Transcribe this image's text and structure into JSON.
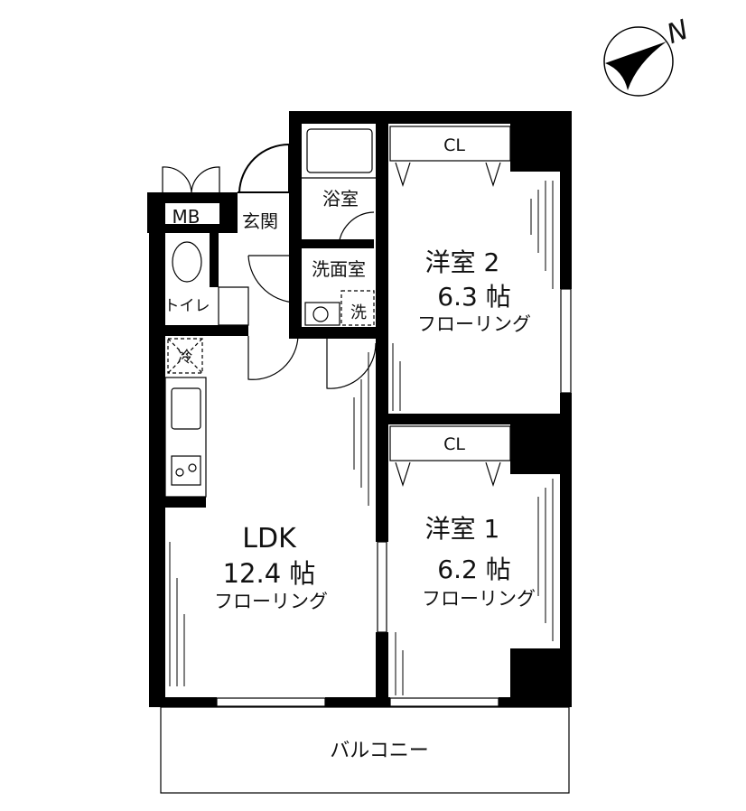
{
  "compass": {
    "north_label": "N",
    "icon": "north-arrow-icon"
  },
  "rooms": {
    "bath": {
      "name": "浴室"
    },
    "entrance": {
      "name": "玄関"
    },
    "meter_box": {
      "name": "MB"
    },
    "washroom": {
      "name": "洗面室"
    },
    "washer": {
      "name": "洗"
    },
    "toilet": {
      "name": "トイレ"
    },
    "fridge": {
      "name": "冷"
    },
    "western2": {
      "name": "洋室 2",
      "size": "6.3 帖",
      "floor": "フローリング",
      "closet": "CL"
    },
    "western1": {
      "name": "洋室 1",
      "size": "6.2 帖",
      "floor": "フローリング",
      "closet": "CL"
    },
    "ldk": {
      "name": "LDK",
      "size": "12.4 帖",
      "floor": "フローリング"
    },
    "balcony": {
      "name": "バルコニー"
    }
  },
  "colors": {
    "wall": "#000000",
    "background": "#ffffff"
  }
}
